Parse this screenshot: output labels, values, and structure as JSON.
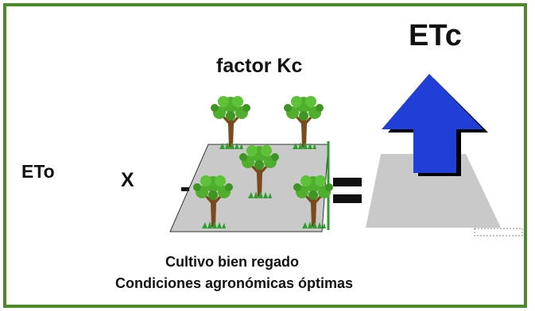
{
  "diagram": {
    "eto_label": "ETo",
    "multiply_sign": "X",
    "factor_label": "factor Kc",
    "etc_label": "ETc",
    "caption_line1": "Cultivo bien regado",
    "caption_line2": "Condiciones agronómicas óptimas"
  },
  "colors": {
    "frame_border": "#4a8a2b",
    "field_fill": "#c9c9c9",
    "arrow_fill": "#1f3fd6",
    "arrow_shadow": "#000000",
    "tree_leaf": "#4fae2c",
    "tree_trunk": "#7a4a1c",
    "grass": "#2f9e2f"
  },
  "icons": [
    "tree-icon",
    "up-arrow-icon",
    "field-trapezoid",
    "equals-sign"
  ]
}
